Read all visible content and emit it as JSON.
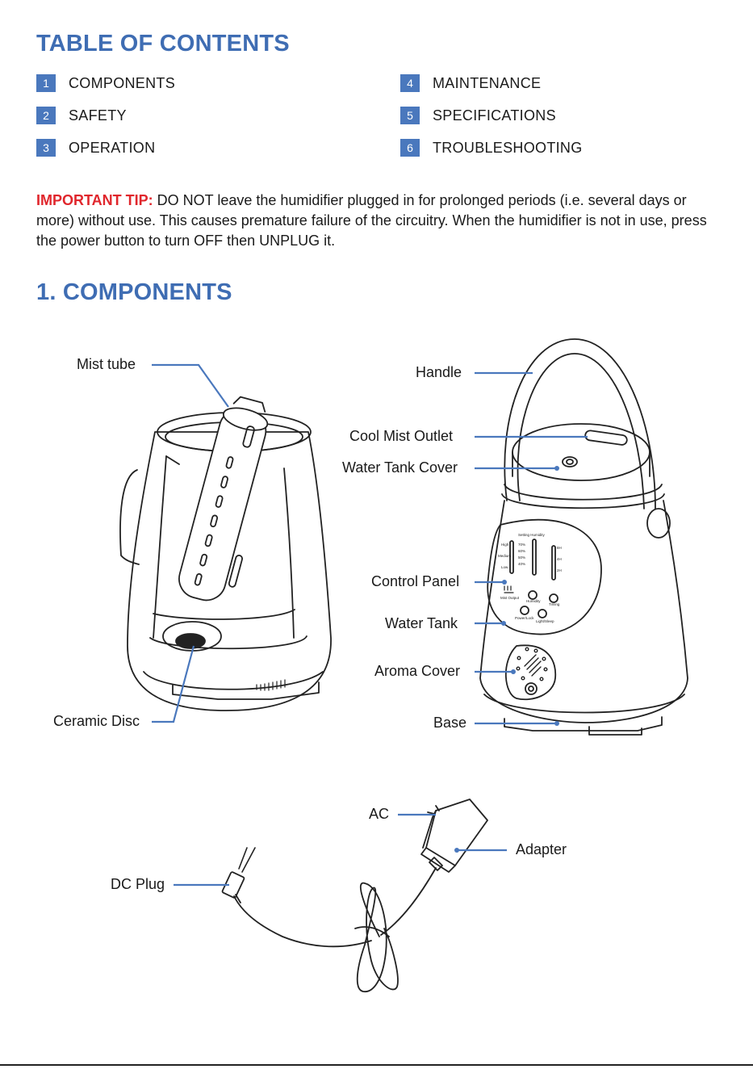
{
  "toc": {
    "title": "TABLE OF CONTENTS",
    "items": [
      {
        "num": "1",
        "label": "COMPONENTS"
      },
      {
        "num": "2",
        "label": "SAFETY"
      },
      {
        "num": "3",
        "label": "OPERATION"
      },
      {
        "num": "4",
        "label": "MAINTENANCE"
      },
      {
        "num": "5",
        "label": "SPECIFICATIONS"
      },
      {
        "num": "6",
        "label": "TROUBLESHOOTING"
      }
    ]
  },
  "tip": {
    "lead": "IMPORTANT TIP:",
    "text": " DO NOT leave the humidifier plugged in for prolonged periods (i.e. several days or more) without use. This causes premature failure of the circuitry. When the humidifier is not in use, press the power button to turn OFF then UNPLUG it."
  },
  "components": {
    "title": "1. COMPONENTS",
    "labels": {
      "mist_tube": "Mist tube",
      "ceramic_disc": "Ceramic Disc",
      "handle": "Handle",
      "cool_mist_outlet": "Cool Mist Outlet",
      "water_tank_cover": "Water Tank Cover",
      "control_panel": "Control Panel",
      "water_tank": "Water Tank",
      "aroma_cover": "Aroma Cover",
      "base": "Base",
      "ac": "AC",
      "adapter": "Adapter",
      "dc_plug": "DC Plug"
    },
    "panel": {
      "title": "Setting Humidity",
      "levels": [
        "High",
        "Medium",
        "Low"
      ],
      "percents": [
        "70%",
        "60%",
        "50%",
        "40%"
      ],
      "hours": [
        "8H",
        "4H",
        "2H"
      ],
      "buttons": [
        "Mist Output",
        "Humidity",
        "Timing",
        "Power/Lock",
        "Light/Sleep"
      ]
    },
    "colors": {
      "callout": "#4a78bd",
      "accent": "#3f6db3",
      "warning": "#e0262c"
    }
  }
}
